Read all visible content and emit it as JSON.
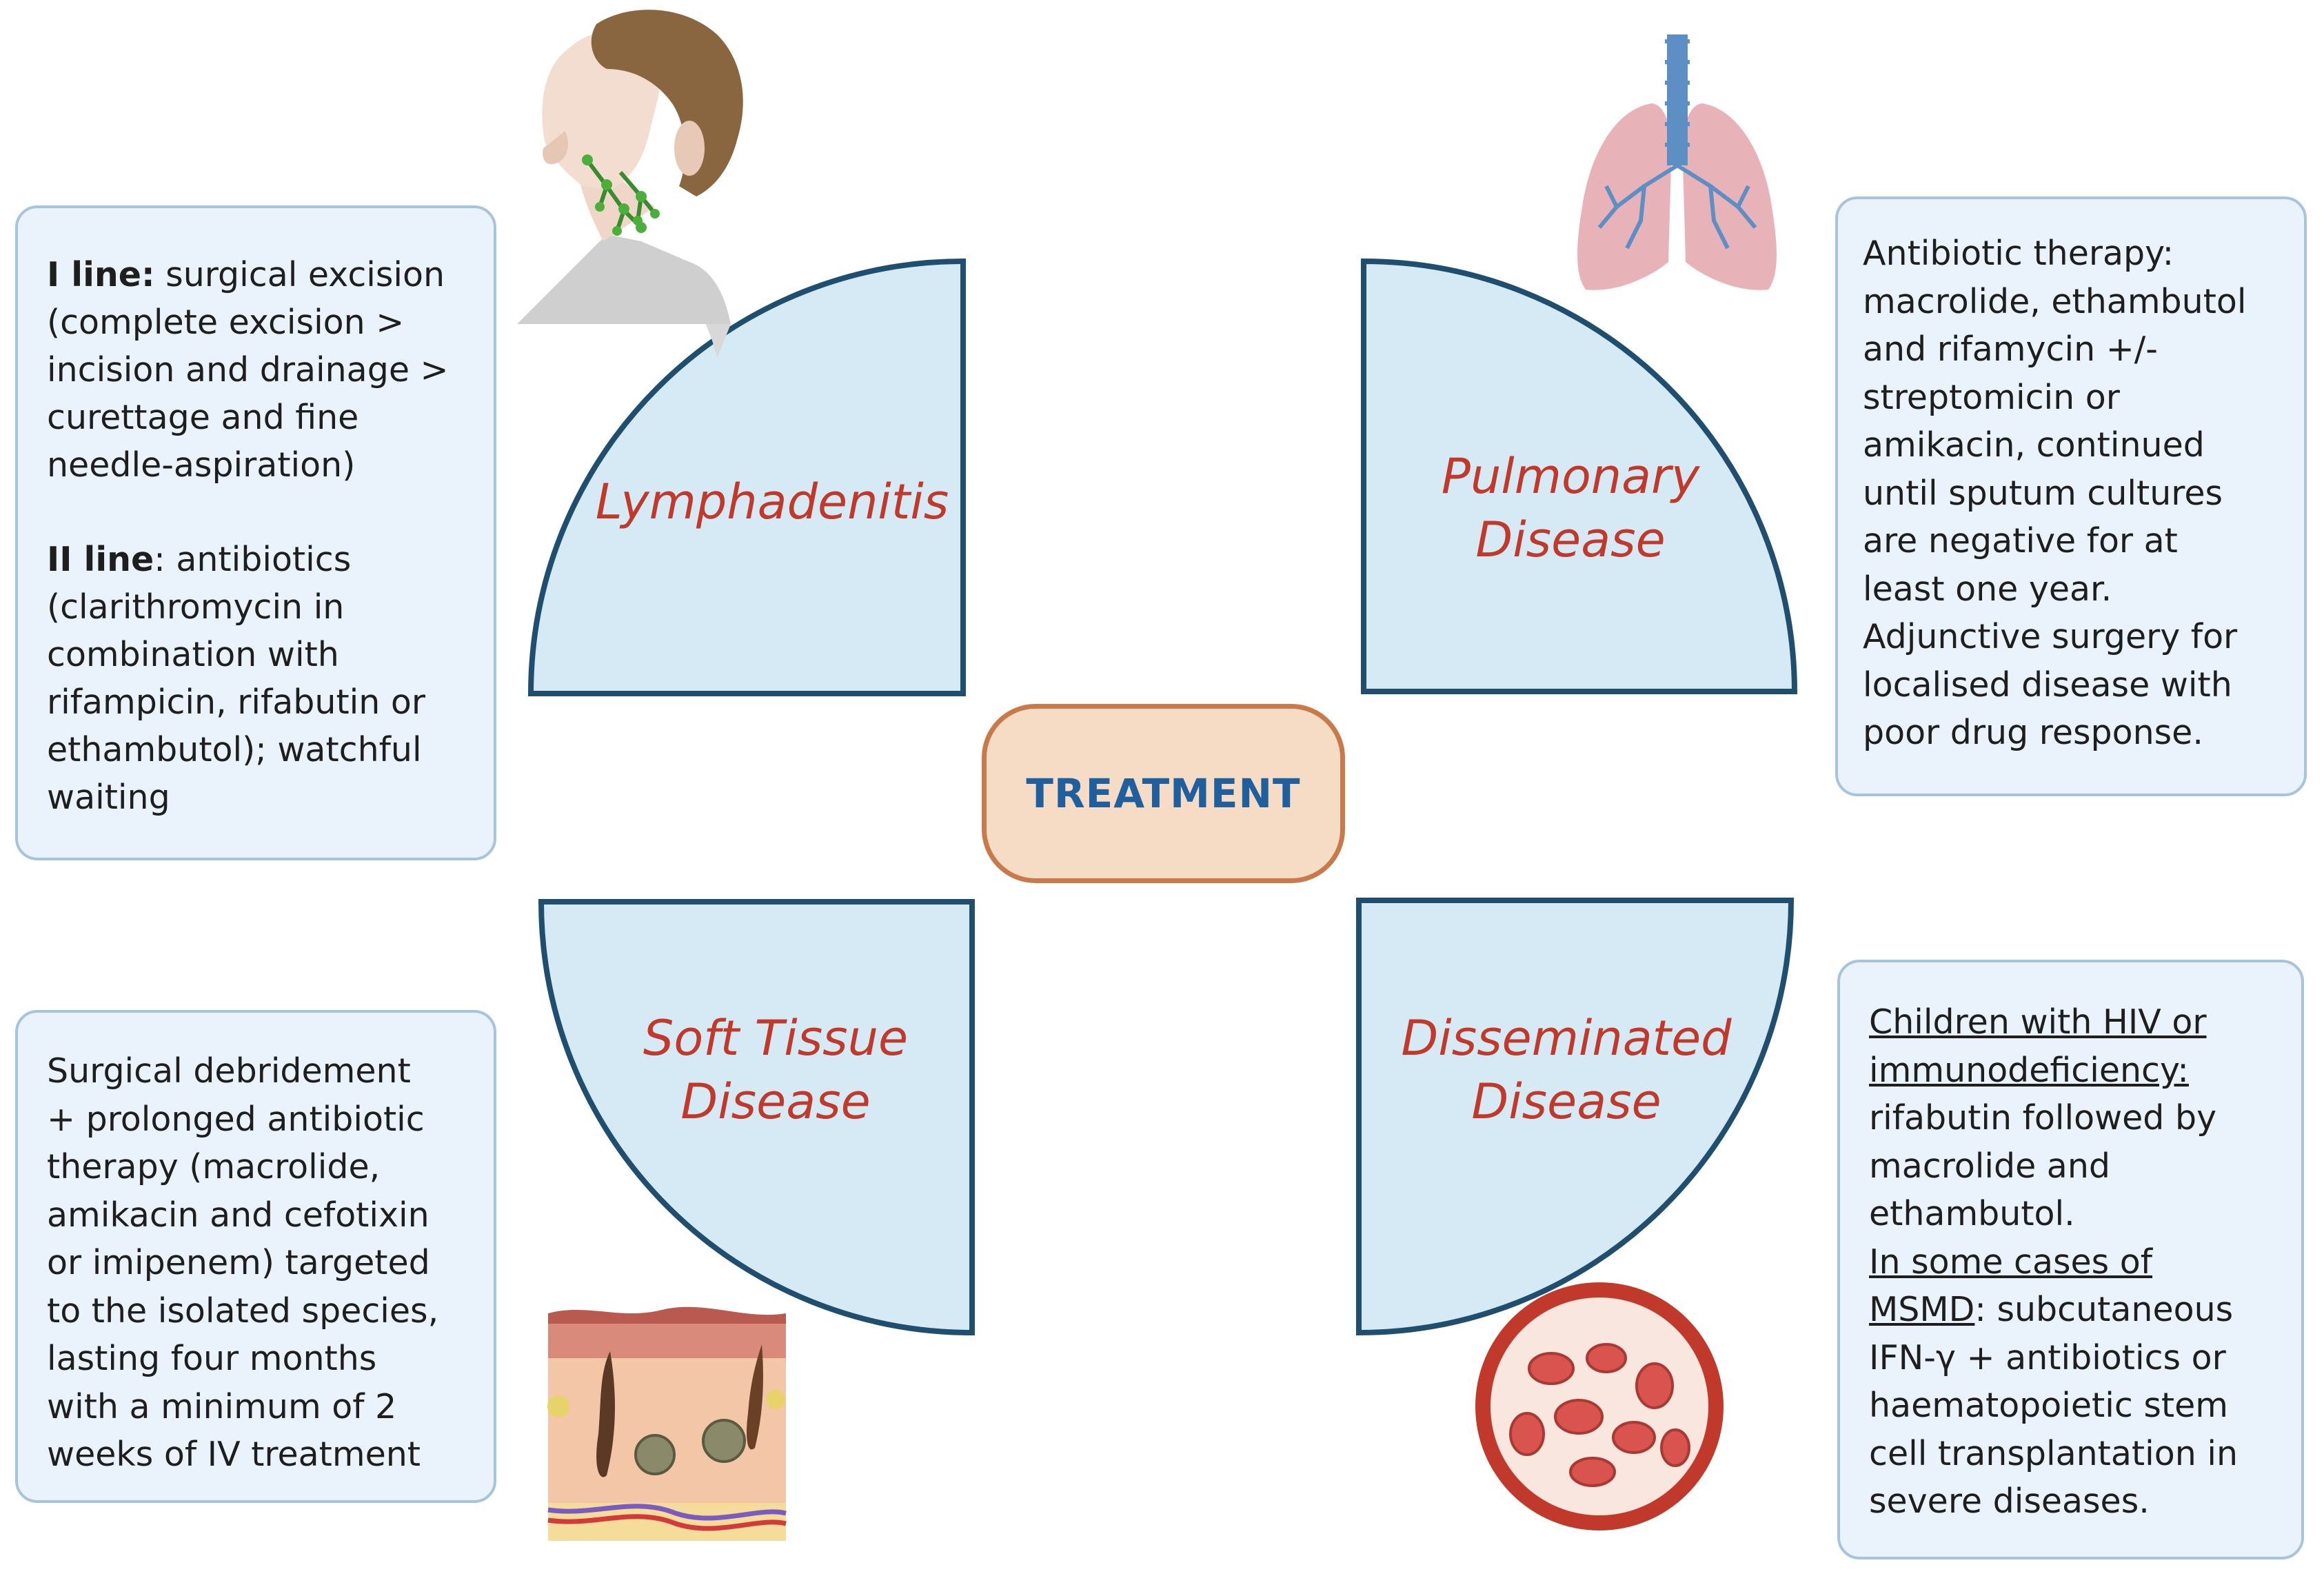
{
  "center": {
    "label": "TREATMENT"
  },
  "quadrants": {
    "lymphadenitis": {
      "lines": [
        "Lymphadenitis"
      ]
    },
    "pulmonary": {
      "lines": [
        "Pulmonary",
        "Disease"
      ]
    },
    "soft_tissue": {
      "lines": [
        "Soft Tissue",
        "Disease"
      ]
    },
    "disseminated": {
      "lines": [
        "Disseminated",
        "Disease"
      ]
    }
  },
  "boxes": {
    "lymphadenitis": {
      "p1_label": "I line:",
      "p1_lines": [
        " surgical excision",
        "(complete excision >",
        "incision and drainage >",
        "curettage and fine",
        "needle-aspiration)"
      ],
      "p2_label": "II line",
      "p2_lines": [
        ": antibiotics",
        "(clarithromycin in",
        "combination with",
        "rifampicin, rifabutin or",
        "ethambutol); watchful",
        "waiting"
      ]
    },
    "pulmonary": {
      "lines": [
        "Antibiotic therapy:",
        "macrolide, ethambutol",
        "and rifamycin +/-",
        "streptomicin or",
        "amikacin, continued",
        "until sputum cultures",
        "are negative for at",
        "least one year.",
        "Adjunctive surgery for",
        "localised disease with",
        "poor drug response."
      ]
    },
    "soft_tissue": {
      "lines": [
        "Surgical debridement",
        "+ prolonged antibiotic",
        "therapy (macrolide,",
        "amikacin and cefotixin",
        "or imipenem) targeted",
        "to the isolated species,",
        "lasting four months",
        "with a minimum of 2",
        "weeks of IV treatment"
      ]
    },
    "disseminated": {
      "h1_lines": [
        "Children with HIV or",
        "immunodeficiency:"
      ],
      "a_lines": [
        "rifabutin followed by",
        "macrolide and",
        "ethambutol."
      ],
      "h2_lines": [
        "In some cases of",
        "MSMD"
      ],
      "b_lines": [
        ": subcutaneous",
        "IFN-γ + antibiotics or",
        "haematopoietic stem",
        "cell transplantation in",
        "severe diseases."
      ]
    }
  },
  "colors": {
    "quadrant_fill": "#d6eaf6",
    "quadrant_stroke": "#1f4e6e",
    "label_red": "#c0392b",
    "center_text": "#1f5f9e",
    "center_fill": "#f6dcc4",
    "center_stroke": "#c97a4a",
    "box_fill": "#eaf3fb",
    "box_stroke": "#a8c3de"
  },
  "icons": [
    "person-neck-lymph-icon",
    "lungs-icon",
    "skin-cross-section-icon",
    "blood-vessel-cells-icon"
  ]
}
